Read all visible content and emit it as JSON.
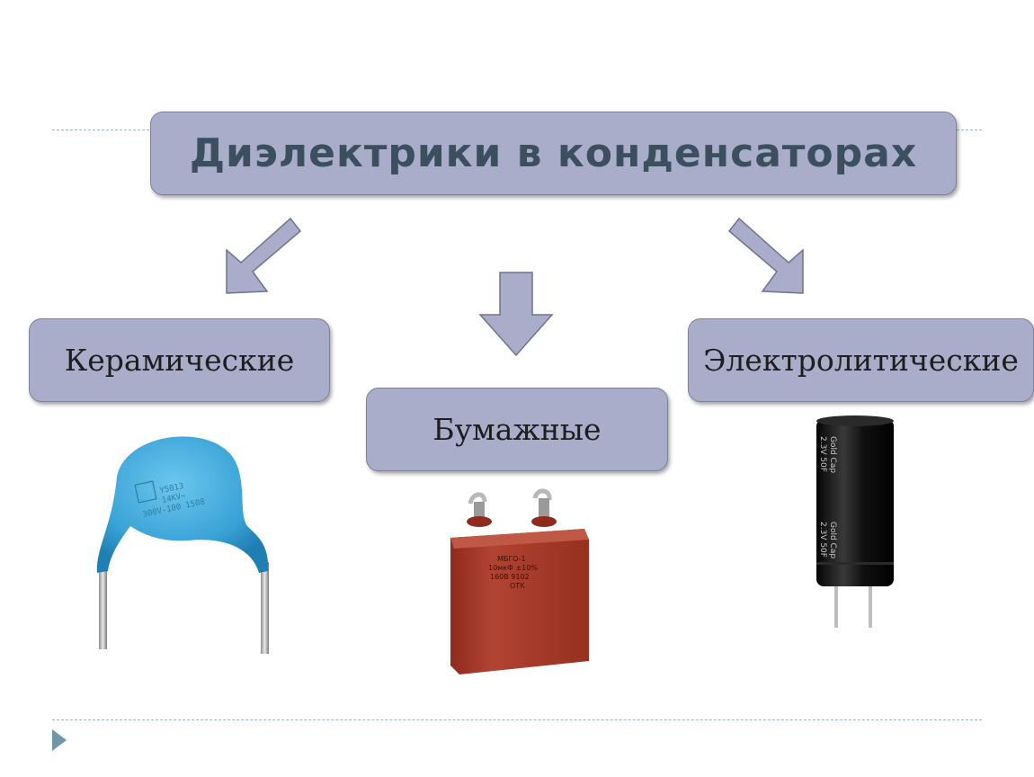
{
  "title": "Диэлектрики в конденсаторах",
  "categories": {
    "ceramic": "Керамические",
    "paper": "Бумажные",
    "electrolytic": "Электролитические"
  },
  "capacitor_markings": {
    "ceramic": [
      "Y5013",
      "14KV~",
      "300V-100 1508"
    ],
    "paper": [
      "МБГО-1",
      "10мкФ ±10%",
      "160В 9102",
      "ОТК"
    ],
    "electrolytic": [
      "Gold Cap",
      "2.3V 50F"
    ]
  },
  "colors": {
    "box_fill": "#a9adc9",
    "title_text": "#3b4f5f",
    "ceramic": "#3fa9dc",
    "paper": "#a8392a",
    "electrolytic": "#111111"
  }
}
